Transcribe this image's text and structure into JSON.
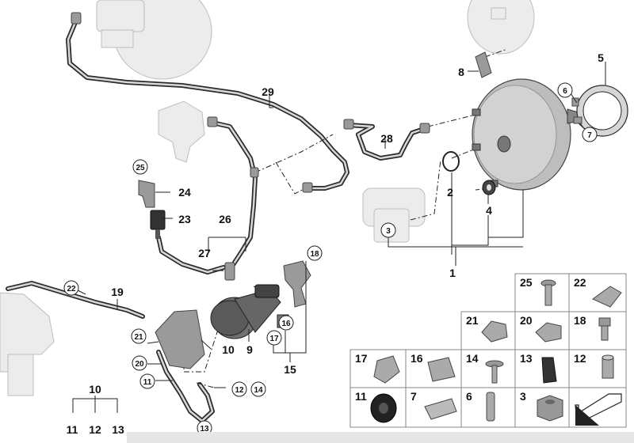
{
  "callouts": {
    "c1": "1",
    "c2": "2",
    "c3": "3",
    "c4": "4",
    "c5": "5",
    "c6": "6",
    "c7": "7",
    "c8": "8",
    "c9": "9",
    "c10a": "10",
    "c10b": "10",
    "c11a": "11",
    "c11b": "11",
    "c12a": "12",
    "c12b": "12",
    "c13a": "13",
    "c13b": "13",
    "c14": "14",
    "c15": "15",
    "c16": "16",
    "c17": "17",
    "c18": "18",
    "c19": "19",
    "c20": "20",
    "c21": "21",
    "c22": "22",
    "c23": "23",
    "c24": "24",
    "c25": "25",
    "c26": "26",
    "c27": "27",
    "c28": "28",
    "c29": "29"
  },
  "grid": {
    "r1": [
      "25",
      "22"
    ],
    "r2": [
      "21",
      "20",
      "18"
    ],
    "r3": [
      "17",
      "16",
      "14",
      "13",
      "12"
    ],
    "r4": [
      "11",
      "7",
      "6",
      "3"
    ]
  },
  "icons": {
    "corner": "arrow-icon"
  }
}
